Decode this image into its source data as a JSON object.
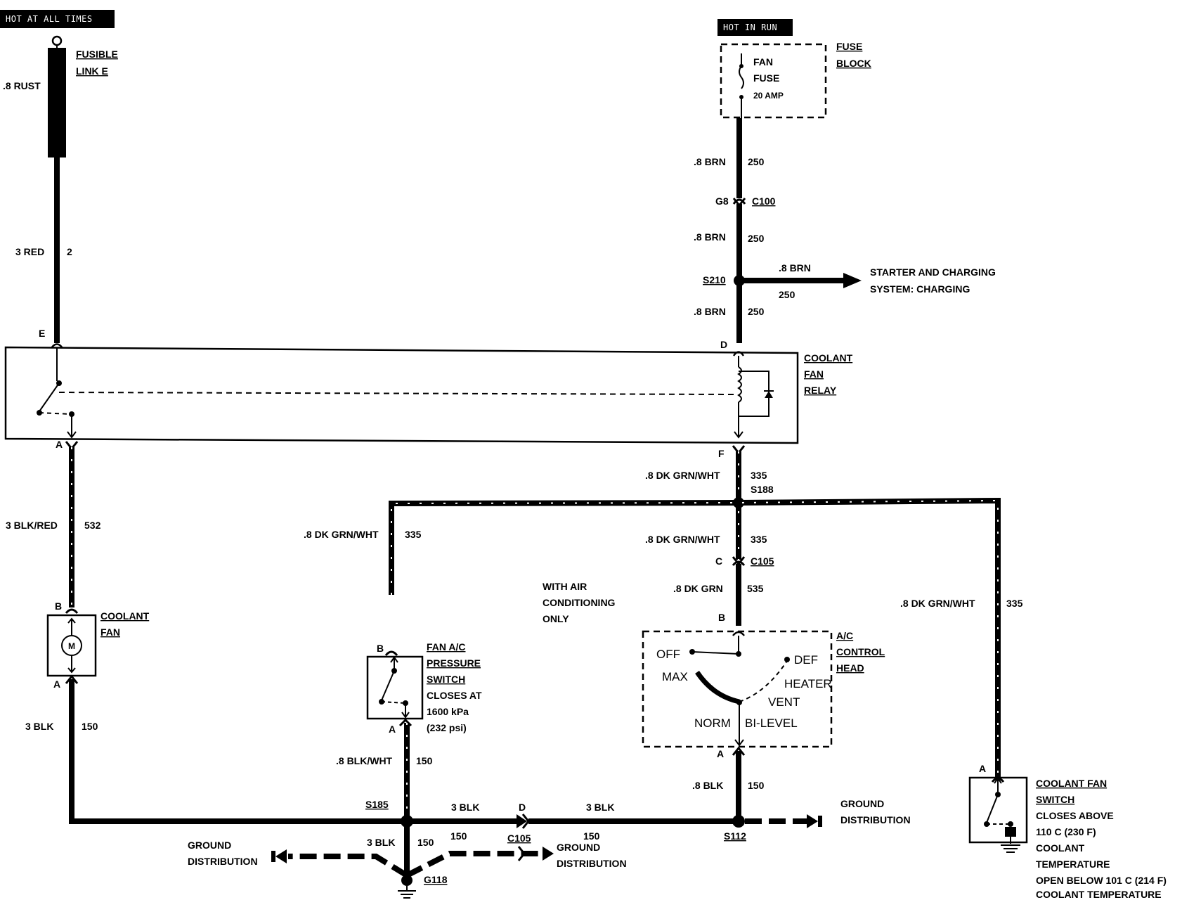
{
  "badges": {
    "hot_at_all_times": "HOT AT ALL TIMES",
    "hot_in_run": "HOT IN RUN"
  },
  "left_column": {
    "fusible_link": "FUSIBLE",
    "fusible_link_2": "LINK E",
    "wire_8rust": ".8 RUST",
    "wire_3red": "3 RED",
    "circuit_2": "2",
    "pin_e": "E",
    "pin_a_top": "A",
    "wire_3blkred": "3 BLK/RED",
    "circuit_532": "532",
    "pin_b_fan": "B",
    "coolant_fan_1": "COOLANT",
    "coolant_fan_2": "FAN",
    "motor": "M",
    "pin_a_fan": "A",
    "wire_3blk": "3 BLK",
    "circuit_150": "150"
  },
  "fuse_block": {
    "fan": "FAN",
    "fuse": "FUSE",
    "amp": "20 AMP",
    "fuse_block_1": "FUSE",
    "fuse_block_2": "BLOCK"
  },
  "right_column": {
    "wire_8brn_1": ".8 BRN",
    "circuit_250_1": "250",
    "g8": "G8",
    "c100": "C100",
    "wire_8brn_2": ".8 BRN",
    "circuit_250_2": "250",
    "s210": "S210",
    "branch_wire": ".8 BRN",
    "branch_circuit": "250",
    "starter_1": "STARTER AND CHARGING",
    "starter_2": "SYSTEM: CHARGING",
    "wire_8brn_3": ".8 BRN",
    "circuit_250_3": "250",
    "pin_d": "D",
    "relay_1": "COOLANT",
    "relay_2": "FAN",
    "relay_3": "RELAY",
    "pin_f": "F",
    "wire_dkgrnwht_1": ".8 DK GRN/WHT",
    "circuit_335_1": "335",
    "s188": "S188",
    "wire_dkgrnwht_2": ".8 DK GRN/WHT",
    "circuit_335_2": "335",
    "pin_c": "C",
    "c105_top": "C105",
    "wire_dkgrn": ".8 DK GRN",
    "circuit_535": "535",
    "pin_b_head": "B",
    "head_1": "A/C",
    "head_2": "CONTROL",
    "head_3": "HEAD",
    "off": "OFF",
    "max": "MAX",
    "def": "DEF",
    "heater": "HEATER",
    "vent": "VENT",
    "norm": "NORM",
    "bilevel": "BI-LEVEL",
    "pin_a_head": "A",
    "wire_8blk": ".8 BLK",
    "circuit_150": "150"
  },
  "pressure_switch": {
    "wire_dkgrnwht": ".8 DK GRN/WHT",
    "circuit_335": "335",
    "with_ac_1": "WITH AIR",
    "with_ac_2": "CONDITIONING",
    "with_ac_3": "ONLY",
    "pin_b": "B",
    "title_1": "FAN A/C",
    "title_2": "PRESSURE",
    "title_3": "SWITCH",
    "closes_at": "CLOSES AT",
    "kpa": "1600 kPa",
    "psi": "(232 psi)",
    "pin_a": "A",
    "wire_8blkwht": ".8 BLK/WHT",
    "circuit_150": "150"
  },
  "coolant_switch": {
    "wire_dkgrnwht": ".8 DK GRN/WHT",
    "circuit_335": "335",
    "pin_a": "A",
    "title_1": "COOLANT FAN",
    "title_2": "SWITCH",
    "l1": "CLOSES ABOVE",
    "l2": "110  C (230  F)",
    "l3": "COOLANT",
    "l4": "TEMPERATURE",
    "l5": "OPEN BELOW 101  C (214  F)",
    "l6": "COOLANT TEMPERATURE"
  },
  "ground": {
    "s185": "S185",
    "wire_3blk_1": "3 BLK",
    "d": "D",
    "wire_3blk_2": "3 BLK",
    "s112": "S112",
    "gd_right_1": "GROUND",
    "gd_right_2": "DISTRIBUTION",
    "gd_left_1": "GROUND",
    "gd_left_2": "DISTRIBUTION",
    "wire_3blk_3": "3 BLK",
    "circuit_150_a": "150",
    "circuit_150_b": "150",
    "c105": "C105",
    "circuit_150_c": "150",
    "gd_mid_1": "GROUND",
    "gd_mid_2": "DISTRIBUTION",
    "g118": "G118"
  }
}
